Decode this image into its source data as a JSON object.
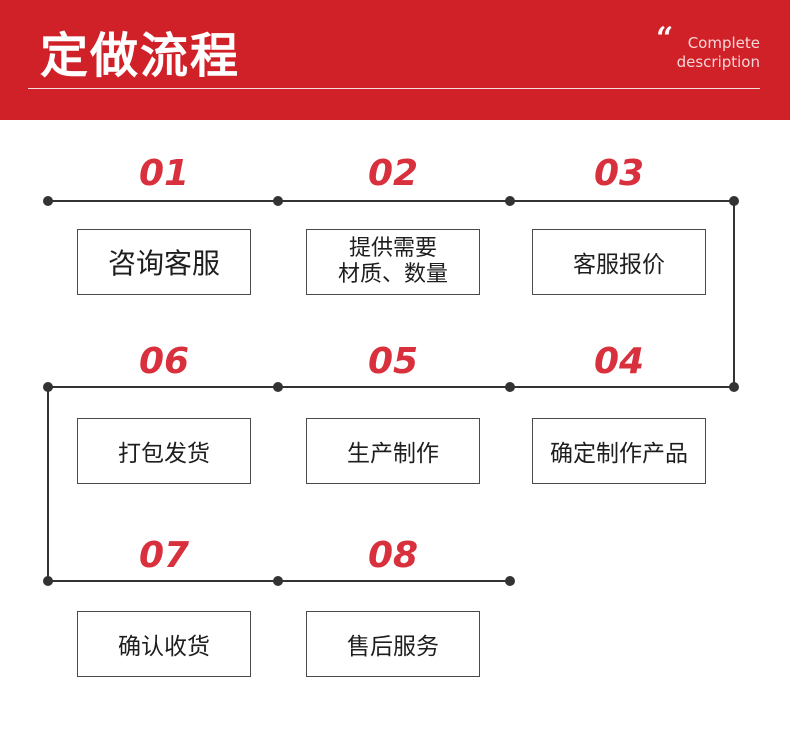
{
  "header": {
    "title": "定做流程",
    "quote_mark": "“",
    "subtitle_line1": "Complete",
    "subtitle_line2": "description"
  },
  "colors": {
    "banner": "#d12128",
    "step_number": "#d8303c",
    "line": "#333333",
    "box_border": "#4a4a4a"
  },
  "steps": [
    {
      "number": "01",
      "label": "咨询客服"
    },
    {
      "number": "02",
      "label": "提供需要\n材质、数量"
    },
    {
      "number": "03",
      "label": "客服报价"
    },
    {
      "number": "04",
      "label": "确定制作产品"
    },
    {
      "number": "05",
      "label": "生产制作"
    },
    {
      "number": "06",
      "label": "打包发货"
    },
    {
      "number": "07",
      "label": "确认收货"
    },
    {
      "number": "08",
      "label": "售后服务"
    }
  ]
}
